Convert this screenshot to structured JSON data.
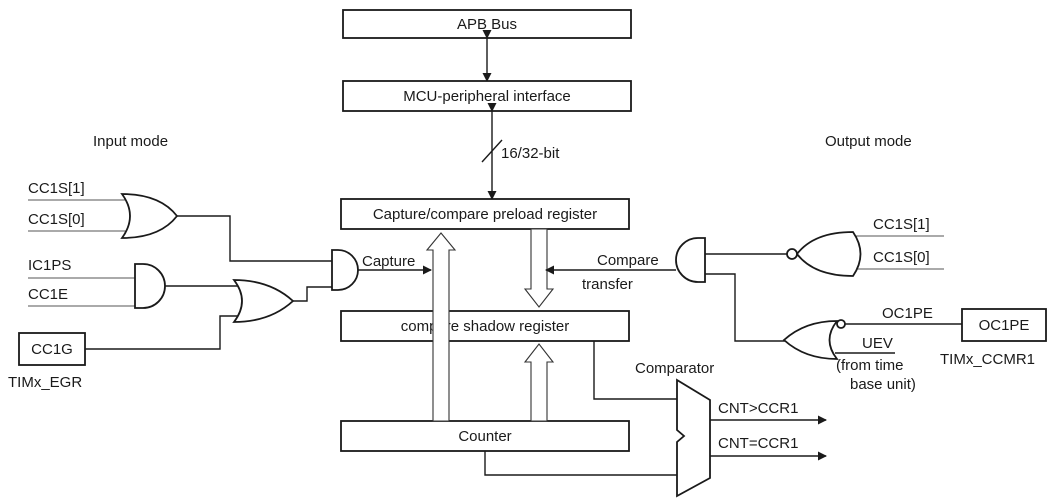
{
  "blocks": {
    "apb_bus": "APB Bus",
    "mcu_interface": "MCU-peripheral interface",
    "preload_register": "Capture/compare preload register",
    "shadow_register": "compare shadow register",
    "counter": "Counter"
  },
  "bus_width": "16/32-bit",
  "input_mode": {
    "title": "Input mode",
    "cc1s1": "CC1S[1]",
    "cc1s0": "CC1S[0]",
    "ic1ps": "IC1PS",
    "cc1e": "CC1E",
    "cc1g": "CC1G",
    "egr": "TIMx_EGR",
    "capture": "Capture"
  },
  "output_mode": {
    "title": "Output mode",
    "cc1s1": "CC1S[1]",
    "cc1s0": "CC1S[0]",
    "compare": "Compare",
    "transfer": "transfer",
    "oc1pe_signal": "OC1PE",
    "oc1pe_box": "OC1PE",
    "ccmr1": "TIMx_CCMR1",
    "uev": "UEV",
    "uev_note1": "(from time",
    "uev_note2": "base unit)"
  },
  "comparator": {
    "title": "Comparator",
    "out_gt": "CNT>CCR1",
    "out_eq": "CNT=CCR1"
  }
}
